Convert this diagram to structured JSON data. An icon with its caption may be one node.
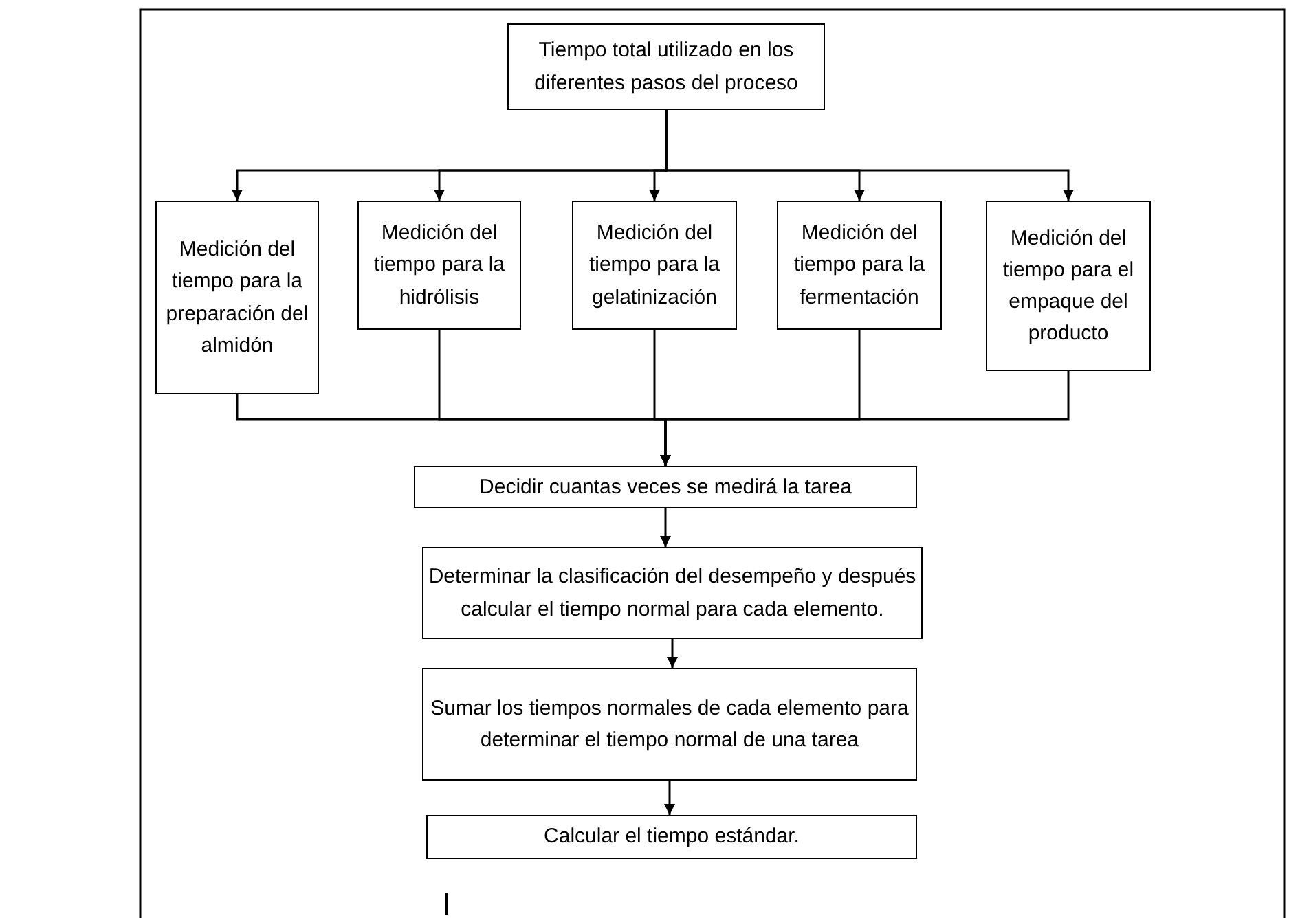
{
  "diagram": {
    "nodes": [
      {
        "text": [
          "Tiempo total utilizado en los diferentes  pasos del proceso"
        ]
      },
      {
        "text": [
          "Medición del tiempo para la preparación del almidón"
        ]
      },
      {
        "text": [
          "Medición del tiempo para la hidrólisis"
        ]
      },
      {
        "text": [
          "Medición del tiempo para la gelatinización"
        ]
      },
      {
        "text": [
          "Medición del tiempo para la fermentación"
        ]
      },
      {
        "text": [
          "Medición del tiempo para el empaque del producto"
        ]
      },
      {
        "text": [
          "Decidir cuantas veces se medirá la tarea"
        ]
      },
      {
        "text": [
          "Determinar la  clasificación del desempeño y después calcular el tiempo normal para cada elemento."
        ]
      },
      {
        "text": [
          "Sumar los tiempos normales de cada elemento para determinar el tiempo normal de una tarea"
        ]
      },
      {
        "text": [
          "Calcular el tiempo estándar."
        ]
      }
    ],
    "edges": [
      {
        "from": 0,
        "to": 1,
        "arrow": "to"
      },
      {
        "from": 0,
        "to": 2,
        "arrow": "to"
      },
      {
        "from": 0,
        "to": 3,
        "arrow": "to"
      },
      {
        "from": 0,
        "to": 4,
        "arrow": "to"
      },
      {
        "from": 0,
        "to": 5,
        "arrow": "to"
      },
      {
        "from": 1,
        "to": 6,
        "arrow": "to"
      },
      {
        "from": 2,
        "to": 6,
        "arrow": "to"
      },
      {
        "from": 3,
        "to": 6,
        "arrow": "to"
      },
      {
        "from": 4,
        "to": 6,
        "arrow": "to"
      },
      {
        "from": 5,
        "to": 6,
        "arrow": "to"
      },
      {
        "from": 6,
        "to": 7,
        "arrow": "to"
      },
      {
        "from": 7,
        "to": 8,
        "arrow": "to"
      },
      {
        "from": 8,
        "to": 9,
        "arrow": "to"
      }
    ]
  }
}
